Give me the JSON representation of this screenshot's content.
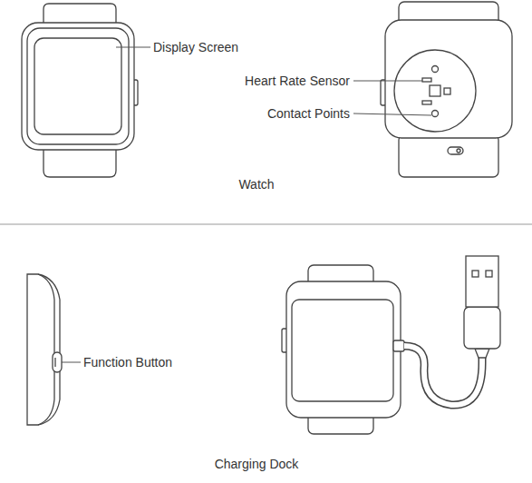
{
  "diagram": {
    "labels": [
      "Display Screen",
      "Heart Rate Sensor",
      "Contact Points",
      "Watch",
      "Function Button",
      "Charging Dock"
    ]
  }
}
